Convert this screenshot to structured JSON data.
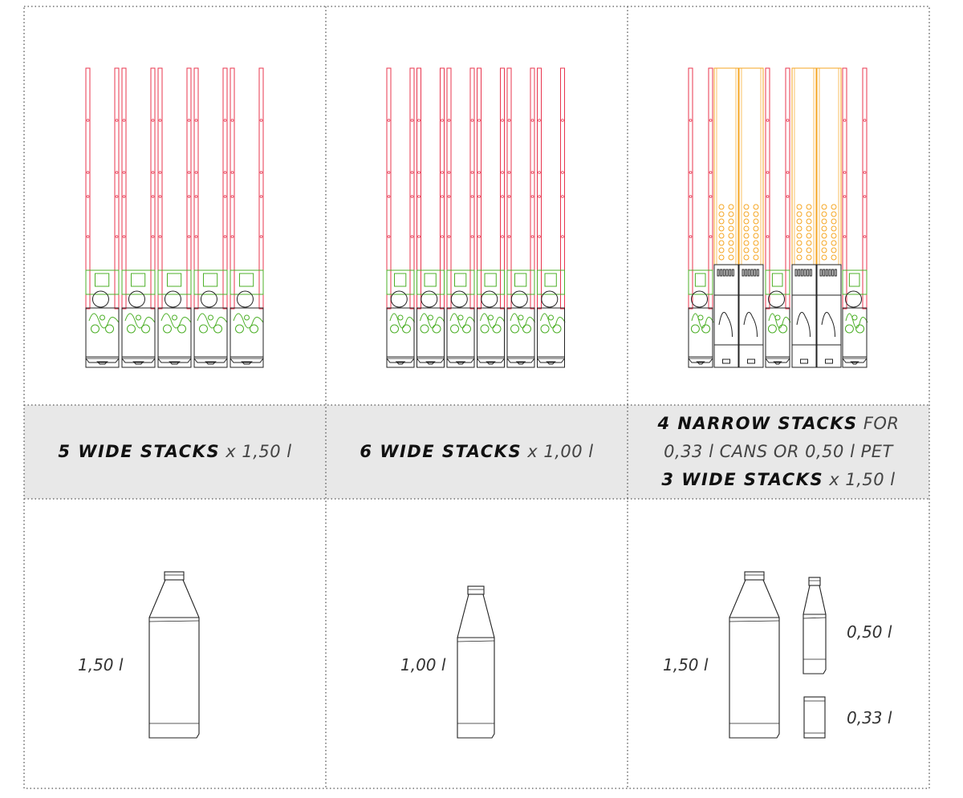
{
  "columns": [
    {
      "id": "col-1",
      "config": "5-wide",
      "stack_counts": {
        "wide": 5,
        "narrow": 0
      },
      "label": {
        "bold": "5 WIDE STACKS",
        "rest": " x 1,50 l"
      },
      "bottles": [
        {
          "type": "bottle-1500",
          "label": "1,50 l"
        }
      ]
    },
    {
      "id": "col-2",
      "config": "6-wide",
      "stack_counts": {
        "wide": 6,
        "narrow": 0
      },
      "label": {
        "bold": "6 WIDE STACKS",
        "rest": " x 1,00 l"
      },
      "bottles": [
        {
          "type": "bottle-1000",
          "label": "1,00 l"
        }
      ]
    },
    {
      "id": "col-3",
      "config": "mixed",
      "stack_counts": {
        "wide": 3,
        "narrow": 4
      },
      "label": {
        "line1_bold": "4 NARROW STACKS",
        "line1_rest": " FOR",
        "line2": "0,33 l CANS OR 0,50 l PET",
        "line3_bold": "3 WIDE STACKS",
        "line3_rest": " x 1,50 l"
      },
      "bottles": [
        {
          "type": "bottle-1500",
          "label": "1,50 l"
        },
        {
          "type": "bottle-500",
          "label": "0,50 l"
        },
        {
          "type": "can-330",
          "label": "0,33 l"
        }
      ]
    }
  ],
  "colors": {
    "grid_border": "#555555",
    "label_band": "#e8e8e8",
    "stack_red": "#e8344e",
    "mechanism_green": "#4caf27",
    "narrow_orange": "#f5a623",
    "line_dark": "#222222"
  }
}
